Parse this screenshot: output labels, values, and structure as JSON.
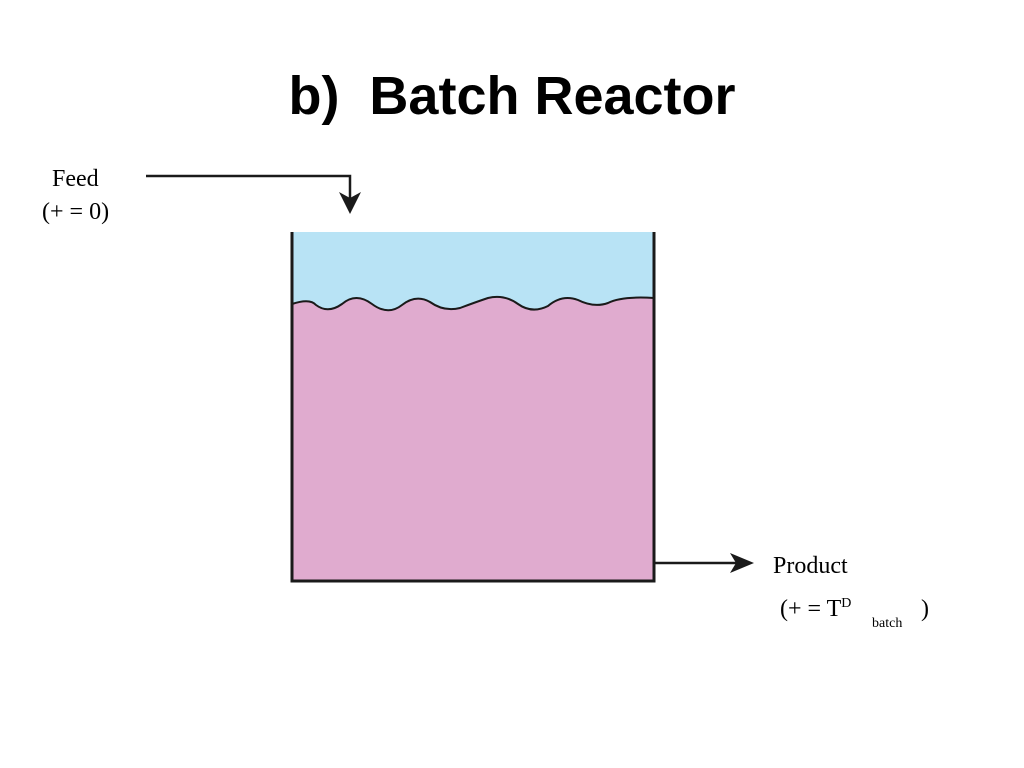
{
  "title": "b)  Batch Reactor",
  "feed": {
    "label": "Feed",
    "condition": "(+ = 0)"
  },
  "product": {
    "label": "Product",
    "condition_open": "(+ = T",
    "condition_sup": "D",
    "condition_sub": "batch",
    "condition_close": ")"
  },
  "colors": {
    "headspace": "#b8e3f5",
    "liquid": "#e0abcf",
    "outline": "#1a1a1a"
  }
}
